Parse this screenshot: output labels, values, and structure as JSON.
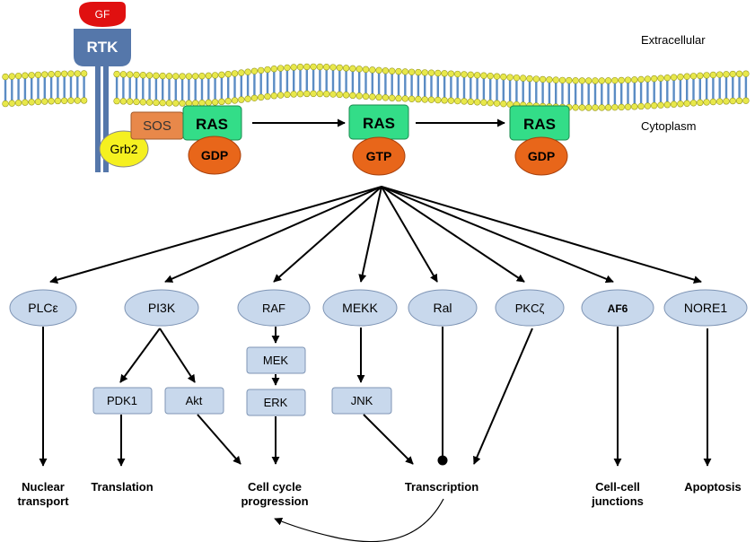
{
  "membrane": {
    "extracellular_label": "Extracellular",
    "cytoplasm_label": "Cytoplasm"
  },
  "receptor": {
    "gf_label": "GF",
    "rtk_label": "RTK",
    "grb2_label": "Grb2",
    "sos_label": "SOS"
  },
  "ras_states": [
    {
      "ras_label": "RAS",
      "nucleotide": "GDP"
    },
    {
      "ras_label": "RAS",
      "nucleotide": "GTP"
    },
    {
      "ras_label": "RAS",
      "nucleotide": "GDP"
    }
  ],
  "effectors": {
    "plce": "PLCε",
    "pi3k": "PI3K",
    "raf": "RAF",
    "mekk": "MEKK",
    "ral": "Ral",
    "pkcz": "PKCζ",
    "af6": "AF6",
    "nore1": "NORE1"
  },
  "intermediates": {
    "pdk1": "PDK1",
    "akt": "Akt",
    "mek": "MEK",
    "erk": "ERK",
    "jnk": "JNK"
  },
  "outcomes": {
    "nuclear_1": "Nuclear",
    "nuclear_2": "transport",
    "translation": "Translation",
    "cellcycle_1": "Cell cycle",
    "cellcycle_2": "progression",
    "transcription": "Transcription",
    "junctions_1": "Cell-cell",
    "junctions_2": "junctions",
    "apoptosis": "Apoptosis"
  },
  "colors": {
    "membrane_head": "#e8e84a",
    "membrane_tail": "#5b8cc4",
    "rtk": "#5577aa",
    "gf": "#e01010",
    "ras": "#33dd88",
    "nucleotide": "#e8661a",
    "sos": "#e8884a",
    "grb2": "#f5f020",
    "node_fill": "#c8d8ec",
    "node_stroke": "#7f95b5"
  }
}
